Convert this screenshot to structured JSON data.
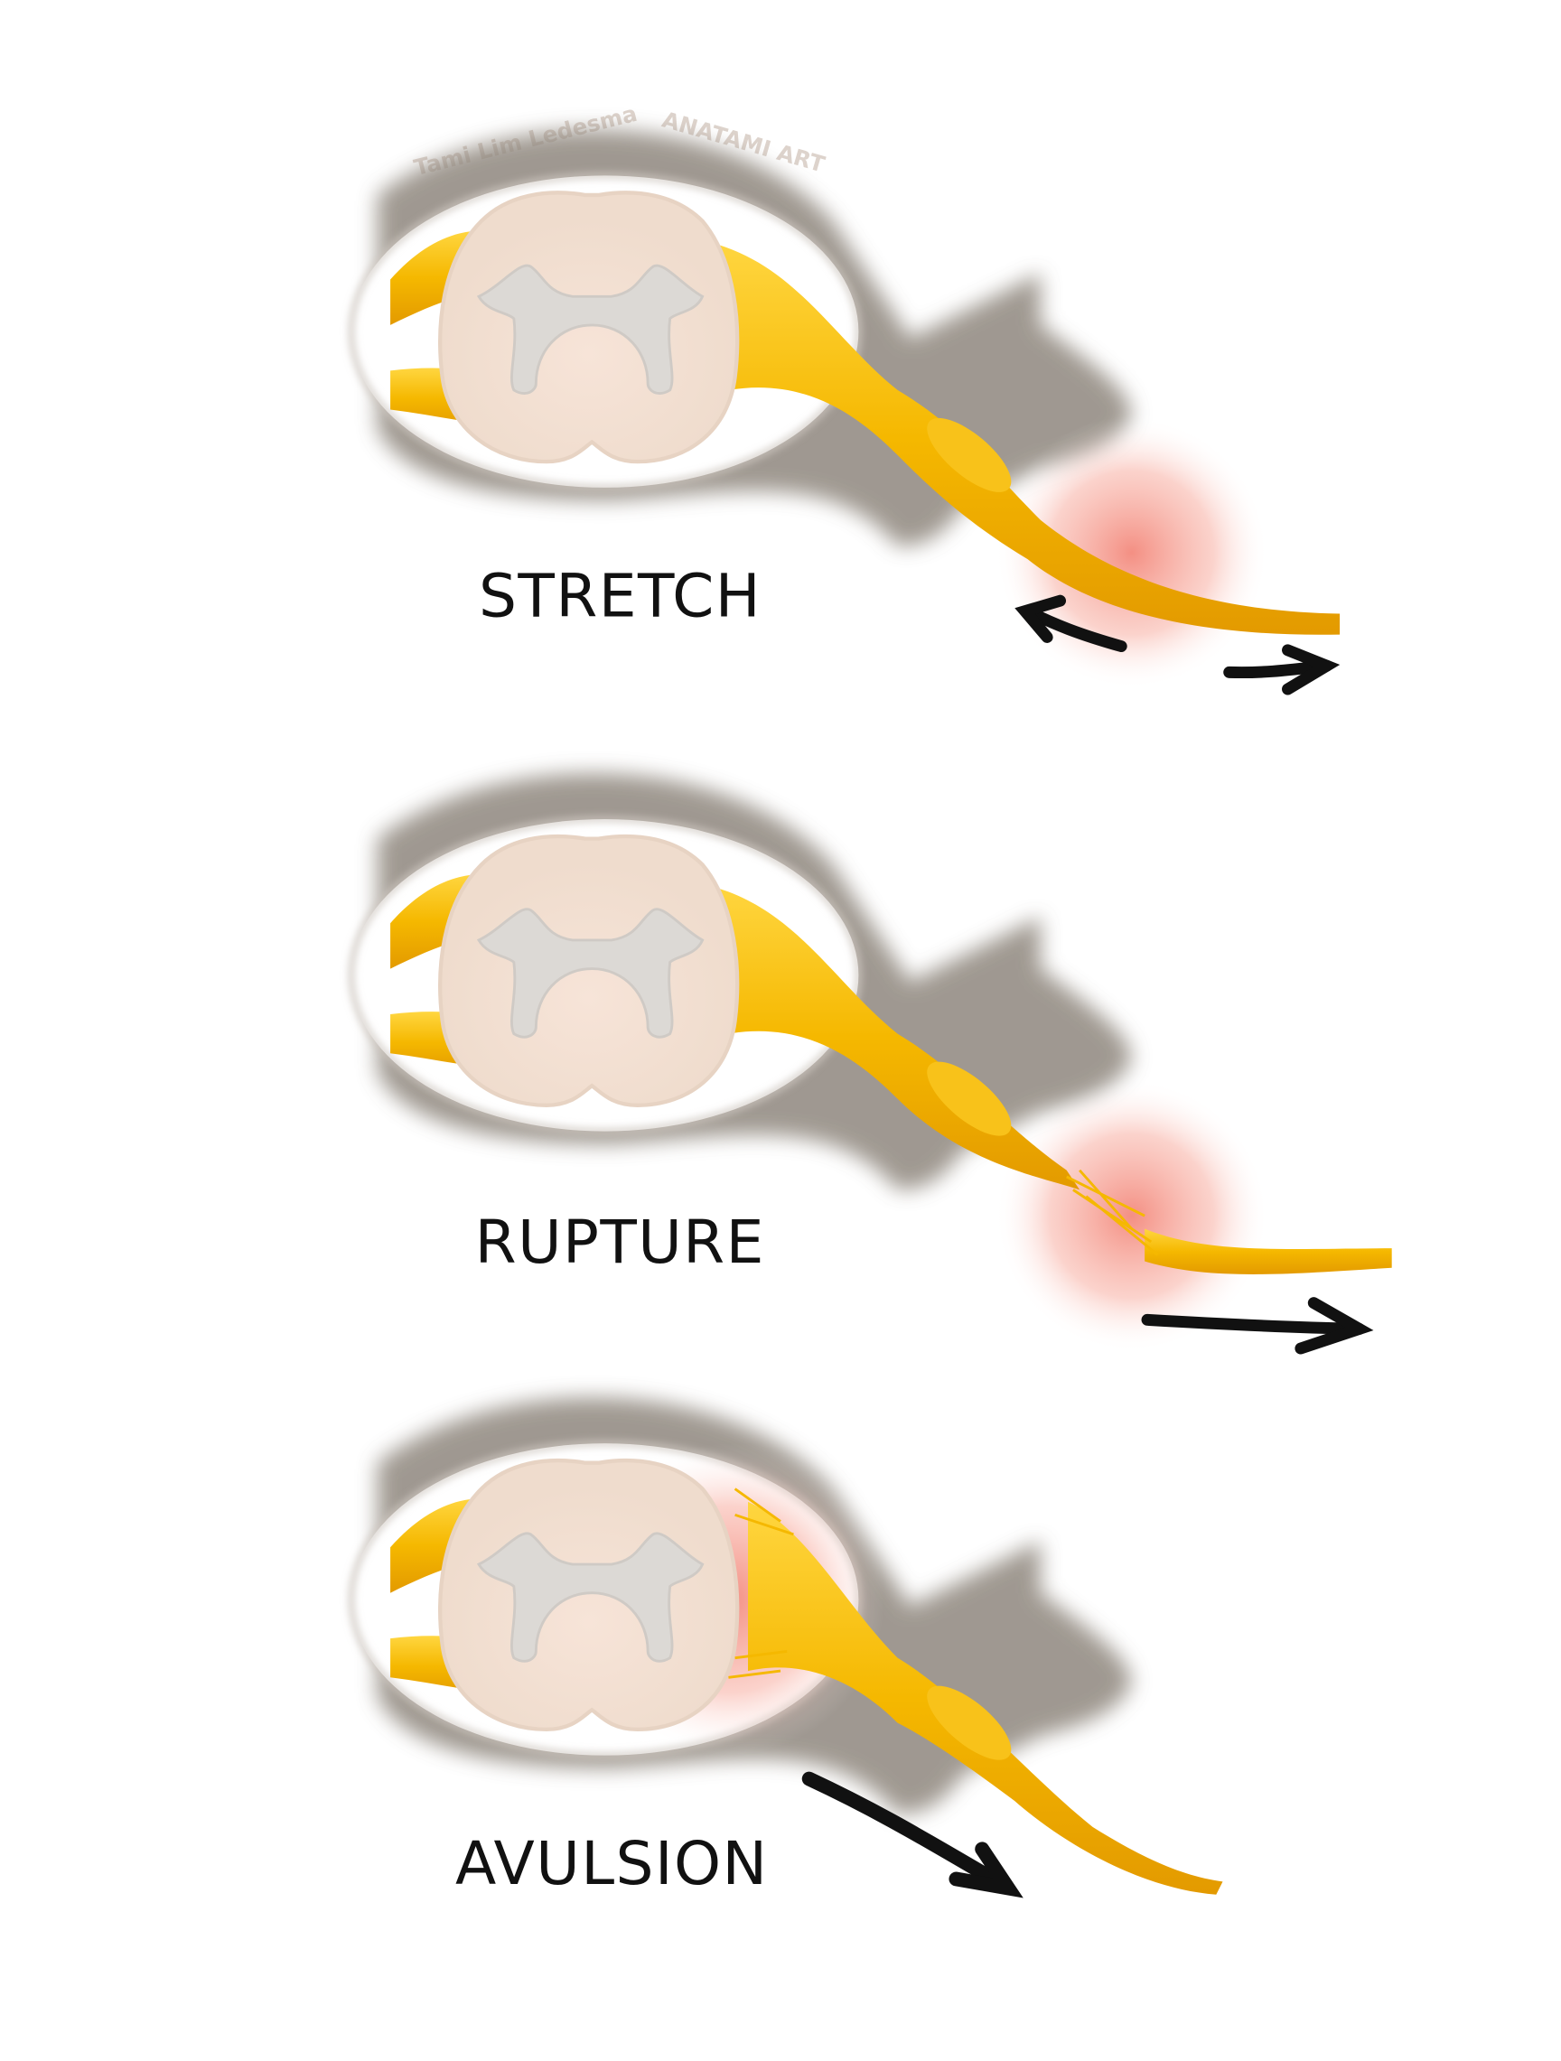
{
  "watermark": {
    "author": "Tami Lim Ledesma",
    "brand": "ANATAMI ART"
  },
  "panels": [
    {
      "label": "STRETCH"
    },
    {
      "label": "RUPTURE"
    },
    {
      "label": "AVULSION"
    }
  ],
  "colors": {
    "nerve": "#f5b800",
    "cord": "#f3e3d6",
    "grey_matter": "#d9d6d2",
    "bone": "#8a827a",
    "injury_glow": "#f06a5a",
    "arrow": "#111111"
  }
}
